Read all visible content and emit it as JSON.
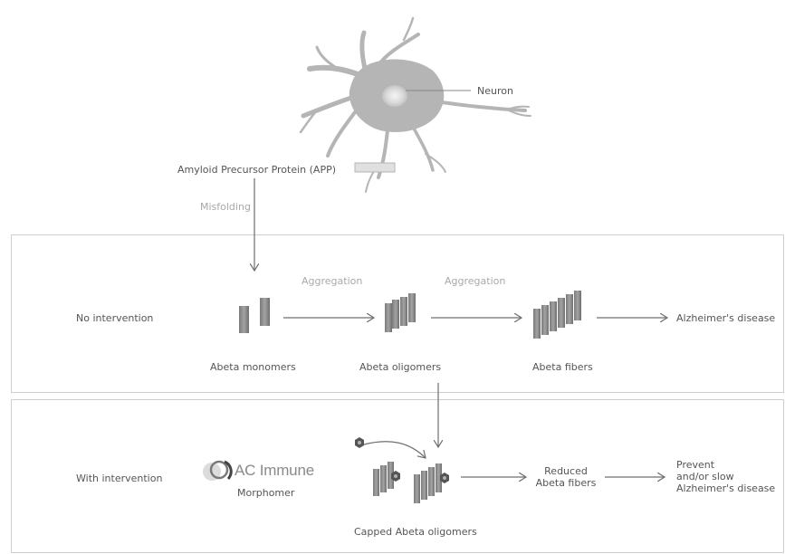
{
  "neuron": {
    "label": "Neuron"
  },
  "app": {
    "label": "Amyloid Precursor Protein (APP)"
  },
  "misfolding": {
    "label": "Misfolding"
  },
  "no_intervention": {
    "row_label": "No intervention",
    "aggregation_1": "Aggregation",
    "aggregation_2": "Aggregation",
    "monomers": "Abeta monomers",
    "oligomers": "Abeta oligomers",
    "fibers": "Abeta fibers",
    "outcome": "Alzheimer's disease"
  },
  "with_intervention": {
    "row_label": "With intervention",
    "logo_text": "AC Immune",
    "morphomer": "Morphomer",
    "capped": "Capped Abeta oligomers",
    "reduced_line1": "Reduced",
    "reduced_line2": "Abeta fibers",
    "outcome_line1": "Prevent",
    "outcome_line2": "and/or slow",
    "outcome_line3": "Alzheimer's disease"
  },
  "colors": {
    "bar": "#8c8c8c",
    "bar_dark": "#6a6a6a",
    "arrow": "#6f6f6f",
    "panel_border": "#cfcfcf",
    "neuron": "#b7b7b7"
  }
}
